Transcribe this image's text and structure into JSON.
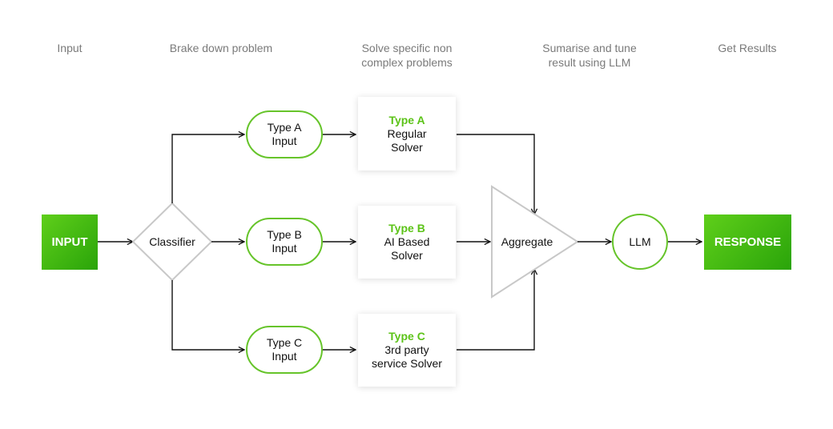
{
  "stages": [
    "Input",
    "Brake down problem",
    "Solve specific non\ncomplex problems",
    "Sumarise and tune\nresult using LLM",
    "Get Results"
  ],
  "nodes": {
    "input": "INPUT",
    "classifier": "Classifier",
    "type_a_input": [
      "Type A",
      "Input"
    ],
    "type_b_input": [
      "Type B",
      "Input"
    ],
    "type_c_input": [
      "Type C",
      "Input"
    ],
    "solver_a": {
      "type": "Type A",
      "name": [
        "Regular",
        "Solver"
      ]
    },
    "solver_b": {
      "type": "Type B",
      "name": [
        "AI Based",
        "Solver"
      ]
    },
    "solver_c": {
      "type": "Type C",
      "name": [
        "3rd party",
        "service Solver"
      ]
    },
    "aggregate": "Aggregate",
    "llm": "LLM",
    "response": "RESPONSE"
  },
  "colors": {
    "accent_green": "#5cc318",
    "pill_border": "#66c42a",
    "gray_shape": "#c8c8c8",
    "stage_label": "#7a7a7a",
    "arrow": "#111111"
  }
}
